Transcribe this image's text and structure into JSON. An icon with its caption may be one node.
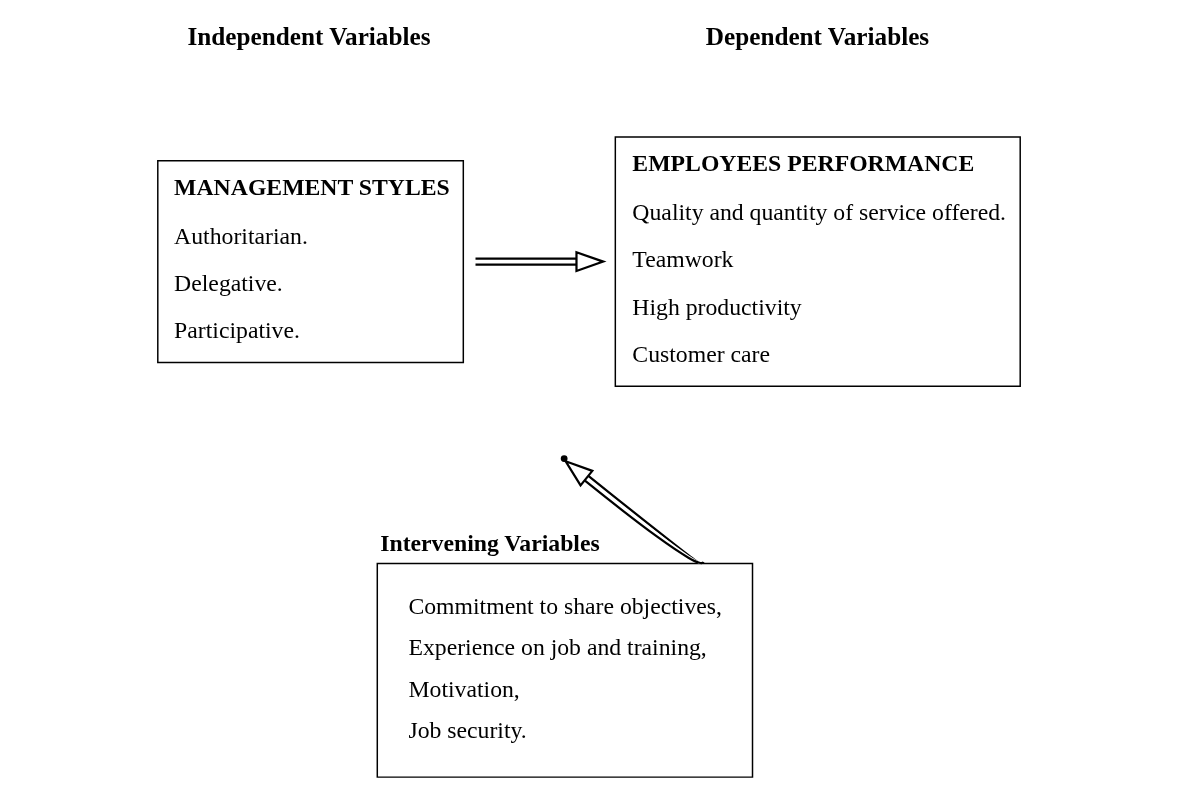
{
  "diagram": {
    "nodes": [
      {
        "text": [
          "MANAGEMENT STYLES",
          "Authoritarian.",
          "Delegative.",
          "Participative."
        ]
      },
      {
        "text": [
          "EMPLOYEES PERFORMANCE",
          "Quality and quantity of service offered.",
          "Teamwork",
          "High productivity",
          "Customer care"
        ]
      },
      {
        "text": [
          "Intervening Variables",
          "Commitment to share objectives,",
          "Experience on job and training,",
          "Motivation,",
          "Job security."
        ]
      }
    ],
    "edges": [
      {
        "from": 0,
        "to": 1,
        "arrow": "to"
      },
      {
        "from": 2,
        "to": null,
        "arrow": "to"
      }
    ],
    "labels": [
      "Independent Variables",
      "Dependent Variables"
    ]
  }
}
